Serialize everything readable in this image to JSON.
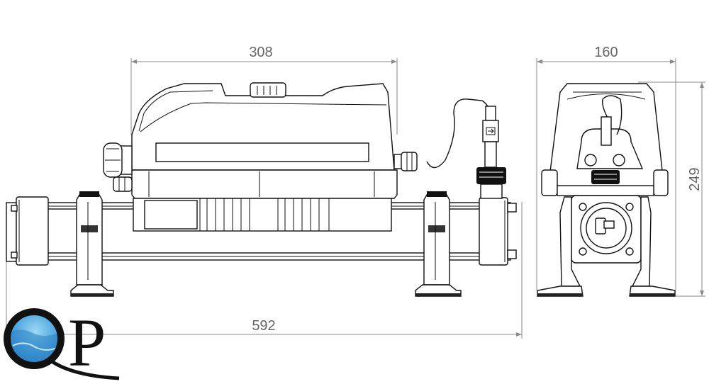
{
  "dimensions": {
    "heater_body_width": "308",
    "overall_length": "592",
    "side_width": "160",
    "side_height": "249"
  },
  "logo": {
    "text": "QP",
    "colors": {
      "dark": "#111111",
      "water_light": "#7fc8ee",
      "water_dark": "#1f6fb3"
    }
  },
  "colors": {
    "line": "#111111",
    "dimension": "#666666",
    "background": "#ffffff"
  }
}
